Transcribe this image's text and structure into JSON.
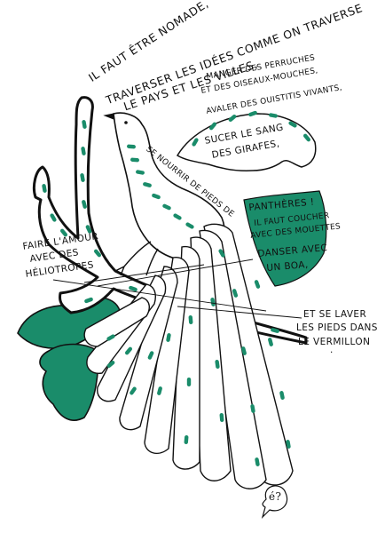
{
  "colors": {
    "green": "#1a8c6a",
    "ink": "#111111",
    "paper": "#ffffff"
  },
  "illustration": {
    "poem": {
      "line1": "IL FAUT ÊTRE NOMADE,",
      "line2": "TRAVERSER LES IDÉES COMME ON TRAVERSE",
      "line3": "LE PAYS ET LES VILLES,",
      "line4": "MANGER DES PERRUCHES",
      "line5": "ET DES OISEAUX-MOUCHES,",
      "line6": "AVALER DES OUISTITIS VIVANTS,",
      "line7": "SUCER LE SANG",
      "line8": "DES GIRAFES,",
      "line9": "SE NOURRIR DE PIEDS DE",
      "line10": "PANTHÈRES !",
      "line11": "IL FAUT COUCHER",
      "line12": "AVEC DES MOUETTES",
      "line13": "DANSER AVEC",
      "line14": "UN BOA,",
      "line15": "FAIRE L'AMOUR",
      "line16": "AVEC DES",
      "line17": "HÉLIOTROPES",
      "line18": "ET SE LAVER",
      "line19": "LES PIEDS DANS",
      "line20": "LE VERMILLON",
      "line21": "."
    },
    "speech_bubble": "é?"
  }
}
